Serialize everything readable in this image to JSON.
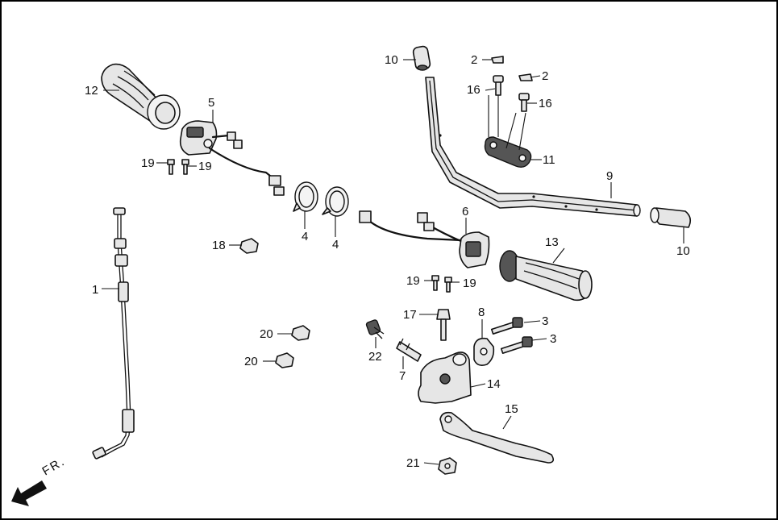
{
  "callouts": [
    {
      "id": "1",
      "text": "1"
    },
    {
      "id": "2a",
      "text": "2"
    },
    {
      "id": "2b",
      "text": "2"
    },
    {
      "id": "3a",
      "text": "3"
    },
    {
      "id": "3b",
      "text": "3"
    },
    {
      "id": "4a",
      "text": "4"
    },
    {
      "id": "4b",
      "text": "4"
    },
    {
      "id": "5",
      "text": "5"
    },
    {
      "id": "6",
      "text": "6"
    },
    {
      "id": "7",
      "text": "7"
    },
    {
      "id": "8",
      "text": "8"
    },
    {
      "id": "9",
      "text": "9"
    },
    {
      "id": "10a",
      "text": "10"
    },
    {
      "id": "10b",
      "text": "10"
    },
    {
      "id": "11",
      "text": "11"
    },
    {
      "id": "12",
      "text": "12"
    },
    {
      "id": "13",
      "text": "13"
    },
    {
      "id": "14",
      "text": "14"
    },
    {
      "id": "15",
      "text": "15"
    },
    {
      "id": "16a",
      "text": "16"
    },
    {
      "id": "16b",
      "text": "16"
    },
    {
      "id": "17",
      "text": "17"
    },
    {
      "id": "18",
      "text": "18"
    },
    {
      "id": "19a",
      "text": "19"
    },
    {
      "id": "19b",
      "text": "19"
    },
    {
      "id": "19c",
      "text": "19"
    },
    {
      "id": "19d",
      "text": "19"
    },
    {
      "id": "20a",
      "text": "20"
    },
    {
      "id": "20b",
      "text": "20"
    },
    {
      "id": "21",
      "text": "21"
    },
    {
      "id": "22",
      "text": "22"
    }
  ],
  "direction": {
    "text": "FR.",
    "icon": "front-direction-arrow-icon"
  }
}
